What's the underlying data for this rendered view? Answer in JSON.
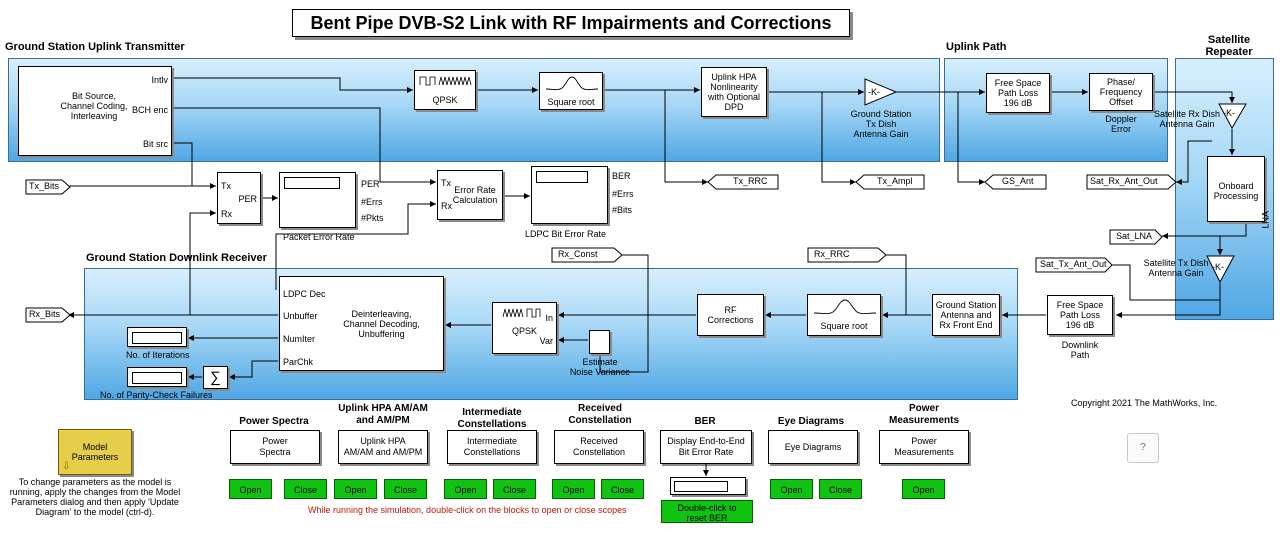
{
  "title": "Bent Pipe DVB-S2 Link with RF Impairments and Corrections",
  "sections": {
    "uplink_tx": "Ground Station Uplink Transmitter",
    "uplink_path": "Uplink Path",
    "satellite": "Satellite Repeater",
    "downlink_rx": "Ground Station Downlink Receiver"
  },
  "blocks": {
    "bit_source": "Bit Source,\nChannel Coding,\nInterleaving",
    "bit_source_ports": {
      "intlv": "Intlv",
      "bch": "BCH enc",
      "bitsrc": "Bit src"
    },
    "qpsk_mod": "QPSK",
    "tx_rrc": "Square root",
    "hpa": "Uplink HPA\nNonlinearity\nwith Optional\nDPD",
    "gain_k": "-K-",
    "gs_tx_gain": "Ground Station\nTx Dish\nAntenna Gain",
    "fspl_up": "Free Space\nPath Loss\n196 dB",
    "phase_offset": "Phase/\nFrequency\nOffset",
    "doppler": "Doppler\nError",
    "sat_rx_gain": "Satellite Rx Dish\nAntenna Gain",
    "onboard": "Onboard\nProcessing",
    "lna": "LNA",
    "sat_tx_gain": "Satellite Tx Dish\nAntenna Gain",
    "fspl_down": "Free Space\nPath Loss\n196 dB",
    "downlink_path": "Downlink\nPath",
    "gs_rx_frontend": "Ground Station\nAntenna and\nRx Front End",
    "rx_rrc": "Square root",
    "rf_corr": "RF\nCorrections",
    "qpsk_demod": "QPSK",
    "demod_ports": {
      "in": "In",
      "var": "Var"
    },
    "est_noise": "Estimate\nNoise Variance",
    "decoder": "Deinterleaving,\nChannel Decoding,\nUnbuffering",
    "decoder_ports": {
      "ldpc": "LDPC Dec",
      "unbuffer": "Unbuffer",
      "numiter": "NumIter",
      "parchk": "ParChk"
    },
    "num_iter_label": "No. of Iterations",
    "parity_label": "No. of Parity-Check Failures",
    "sum_symbol": "∑",
    "per_calc": {
      "tx": "Tx",
      "per": "PER",
      "rx": "Rx"
    },
    "per_display": {
      "per": "PER",
      "errs": "#Errs",
      "pkts": "#Pkts",
      "label": "Packet Error Rate"
    },
    "err_calc": {
      "tx": "Tx",
      "rx": "Rx",
      "name": "Error Rate\nCalculation"
    },
    "ber_display": {
      "ber": "BER",
      "errs": "#Errs",
      "bits": "#Bits",
      "label": "LDPC Bit Error Rate"
    }
  },
  "tags": {
    "tx_bits": "Tx_Bits",
    "rx_bits": "Rx_Bits",
    "tx_rrc": "Tx_RRC",
    "tx_ampl": "Tx_Ampl",
    "gs_ant": "GS_Ant",
    "sat_rx_ant_out": "Sat_Rx_Ant_Out",
    "sat_lna": "Sat_LNA",
    "sat_tx_ant_out": "Sat_Tx_Ant_Out",
    "rx_const": "Rx_Const",
    "rx_rrc": "Rx_RRC"
  },
  "panels": [
    {
      "title": "Power Spectra",
      "block": "Power\nSpectra",
      "open": "Open",
      "close": "Close"
    },
    {
      "title": "Uplink HPA AM/AM\nand AM/PM",
      "block": "Uplink HPA\nAM/AM and AM/PM",
      "open": "Open",
      "close": "Close"
    },
    {
      "title": "Intermediate\nConstellations",
      "block": "Intermediate\nConstellations",
      "open": "Open",
      "close": "Close"
    },
    {
      "title": "Received\nConstellation",
      "block": "Received\nConstellation",
      "open": "Open",
      "close": "Close"
    },
    {
      "title": "BER",
      "block": "Display End-to-End\nBit Error Rate",
      "reset": "Double-click to\nreset BER"
    },
    {
      "title": "Eye Diagrams",
      "block": "Eye Diagrams",
      "open": "Open",
      "close": "Close"
    },
    {
      "title": "Power\nMeasurements",
      "block": "Power\nMeasurements",
      "open": "Open"
    }
  ],
  "hint_text": "While running the simulation, double-click on the blocks to open or close scopes",
  "model_params": {
    "label": "Model\nParameters",
    "note": "To change parameters as the model is\nrunning, apply the changes from the Model\nParameters dialog and then apply 'Update\nDiagram' to the model (ctrl-d)."
  },
  "copyright": "Copyright 2021 The MathWorks, Inc.",
  "help_button": "?",
  "colors": {
    "region_top": "#d7effd",
    "region_bottom": "#4fa7e4",
    "button_green": "#11c311",
    "hint_red": "#c0180c",
    "model_yellow": "#e6cd4a"
  }
}
